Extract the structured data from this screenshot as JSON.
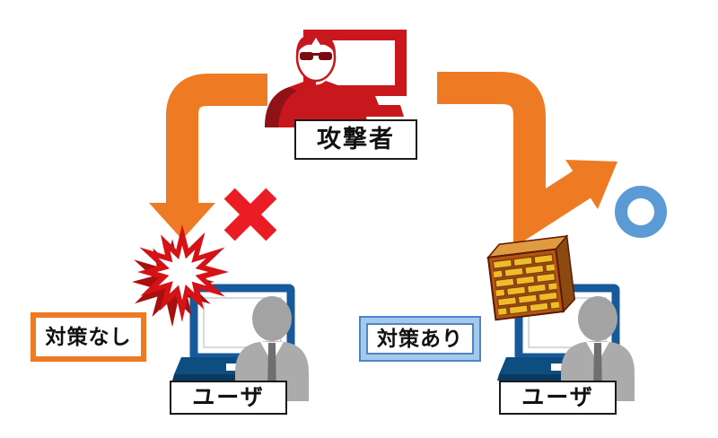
{
  "diagram": {
    "description": "security-countermeasure-comparison",
    "attacker": {
      "label": "攻撃者",
      "icon": "hacker-with-monitor-icon"
    },
    "unprotected": {
      "tag_label": "対策なし",
      "user_label": "ユーザ",
      "result": "attack-hits-user",
      "result_icon": "x-mark-icon",
      "impact_icon": "explosion-burst-icon",
      "device_icon": "laptop-icon",
      "person_icon": "user-person-icon"
    },
    "protected": {
      "tag_label": "対策あり",
      "user_label": "ユーザ",
      "result": "attack-deflected",
      "result_icon": "circle-mark-icon",
      "defense_icon": "firewall-brick-wall-icon",
      "device_icon": "laptop-icon",
      "person_icon": "user-person-icon"
    },
    "colors": {
      "arrow_orange": "#ee7b23",
      "attacker_red": "#c9171e",
      "attacker_shadow_red": "#8f1216",
      "x_mark_red": "#ec1c24",
      "explosion_red": "#d51317",
      "explosion_back_red": "#a80f0f",
      "circle_blue": "#5b9bd5",
      "laptop_blue": "#175a9c",
      "laptop_base_blue": "#0e4d80",
      "person_gray": "#a9a9a9",
      "brick_yellow": "#edbe2a",
      "brick_mortar_brown": "#9c4812",
      "tag_nashi_border": "#ee7b23",
      "tag_ari_border": "#a6c9ea",
      "label_border_black": "#1a1a1a"
    }
  }
}
